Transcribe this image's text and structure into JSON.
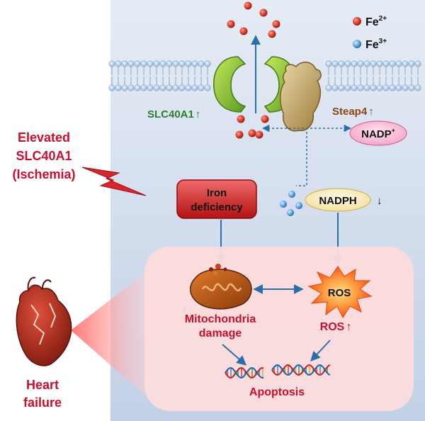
{
  "legend": {
    "fe2": "Fe",
    "fe2_sup": "2+",
    "fe3": "Fe",
    "fe3_sup": "3+"
  },
  "transporters": {
    "slc40a1": "SLC40A1",
    "slc40a1_arrow": "↑",
    "steap4": "Steap4",
    "steap4_arrow": "↑"
  },
  "cofactors": {
    "nadp": "NADP",
    "nadp_sup": "+",
    "nadph": "NADPH",
    "nadph_arrow": "↓"
  },
  "left": {
    "elevated_line1": "Elevated",
    "elevated_line2": "SLC40A1",
    "elevated_line3": "(Ischemia)",
    "heart_line1": "Heart",
    "heart_line2": "failure"
  },
  "nodes": {
    "iron_line1": "Iron",
    "iron_line2": "deficiency",
    "ros_burst": "ROS",
    "mito_line1": "Mitochondria",
    "mito_line2": "damage",
    "ros_label": "ROS",
    "ros_arrow": "↑",
    "apoptosis": "Apoptosis"
  },
  "colors": {
    "red_text": "#c8102e",
    "green_text": "#2e7d32",
    "brown_text": "#8b4513",
    "arrow_blue": "#2a6fa8"
  }
}
